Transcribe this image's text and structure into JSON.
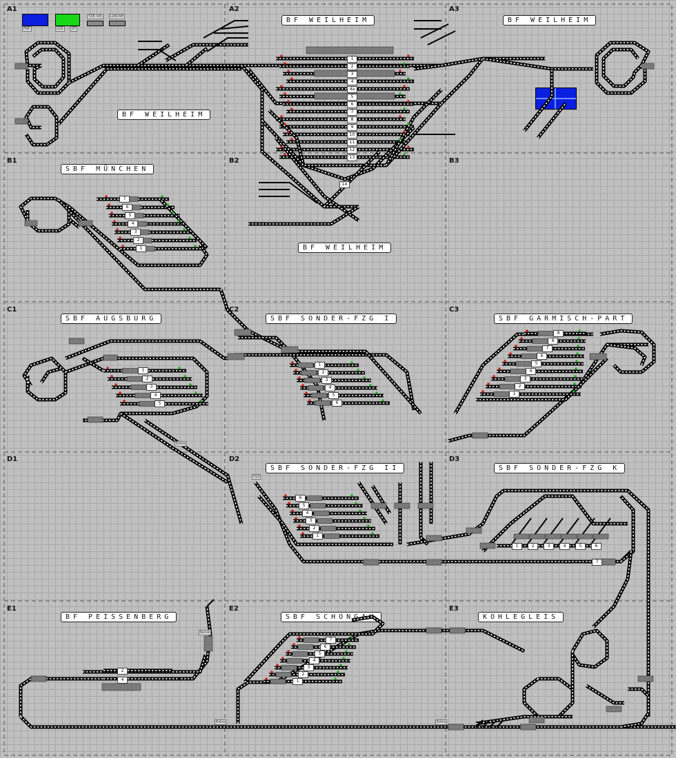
{
  "sections": [
    "A1",
    "A2",
    "A3",
    "B1",
    "B2",
    "B3",
    "C1",
    "C2",
    "C3",
    "D1",
    "D2",
    "D3",
    "E1",
    "E2",
    "E3"
  ],
  "titles": {
    "weilheim_a2": "BF WEILHEIM",
    "weilheim_a3": "BF WEILHEIM",
    "weilheim_a1": "BF WEILHEIM",
    "weilheim_b2": "BF WEILHEIM",
    "muenchen": "SBF MÜNCHEN",
    "augsburg": "SBF AUGSBURG",
    "sonder_i": "SBF SONDER-FZG I",
    "garmisch": "SBF GARMISCH-PART",
    "sonder_ii": "SBF SONDER-FZG II",
    "sonder_k": "SBF SONDER-FZG K",
    "peissenberg": "BF PEISSENBERG",
    "schongau": "SBF SCHONGAU",
    "kohlegleis": "KOHLEGLEIS"
  },
  "tracks": {
    "weilheim": [
      "1",
      "2",
      "3",
      "4",
      "4a",
      "5",
      "6",
      "7",
      "8",
      "9",
      "10",
      "11",
      "12",
      "13",
      "14"
    ],
    "muenchen": [
      "7",
      "6",
      "5",
      "4",
      "3",
      "2",
      "1"
    ],
    "augsburg": [
      "1",
      "2",
      "3",
      "4",
      "5"
    ],
    "sonder_i": [
      "1",
      "2",
      "3",
      "4",
      "5",
      "6"
    ],
    "garmisch": [
      "9",
      "8",
      "7",
      "6",
      "5",
      "4",
      "3",
      "2",
      "1"
    ],
    "sonder_ii": [
      "6",
      "5",
      "4",
      "3",
      "2",
      "1"
    ],
    "sonder_k": [
      "1",
      "2",
      "3",
      "4",
      "5",
      "6",
      "7"
    ],
    "peissenberg": [
      "2",
      "4"
    ],
    "schongau": [
      "7",
      "6",
      "5",
      "4",
      "3",
      "2",
      "1"
    ]
  },
  "indicator_labels": [
    "FNF",
    "LCK",
    "ST",
    "TZE-IVE",
    "LOK-IVE"
  ],
  "small_labels": [
    "Extra",
    "Extra",
    "Extra",
    "HLV",
    "Kurve"
  ],
  "colors": {
    "track": "#000000",
    "sleeper": "#ffffff",
    "signal_red": "#d22020",
    "signal_green": "#20b020",
    "block": "#7a7a7a",
    "panel_blue": "#0a1fe0",
    "grid": "#a9a9a9"
  }
}
